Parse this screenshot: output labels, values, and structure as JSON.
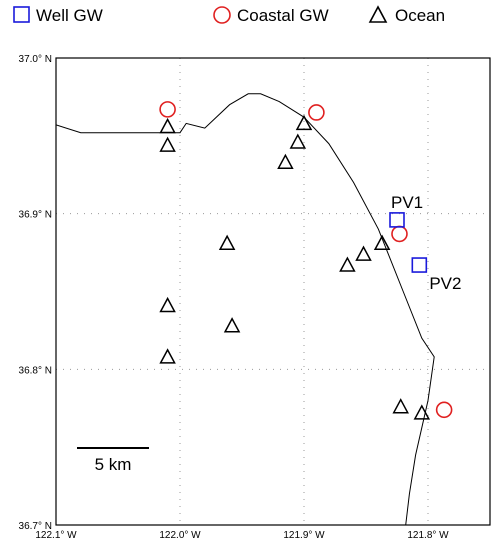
{
  "legend": [
    {
      "marker": "square",
      "label": "Well GW",
      "color": "#1a1adb"
    },
    {
      "marker": "circle",
      "label": "Coastal GW",
      "color": "#e02020"
    },
    {
      "marker": "triangle",
      "label": "Ocean",
      "color": "#000000"
    }
  ],
  "map": {
    "lon_range": [
      -122.1,
      -121.75
    ],
    "lat_range": [
      36.7,
      37.0
    ],
    "lat_ticks": [
      {
        "value": 37.0,
        "label": "37.0° N"
      },
      {
        "value": 36.9,
        "label": "36.9° N"
      },
      {
        "value": 36.8,
        "label": "36.8° N"
      },
      {
        "value": 36.7,
        "label": "36.7° N"
      }
    ],
    "lon_ticks": [
      {
        "value": -122.1,
        "label": "122.1° W"
      },
      {
        "value": -122.0,
        "label": "122.0° W"
      },
      {
        "value": -121.9,
        "label": "121.9° W"
      },
      {
        "value": -121.8,
        "label": "121.8° W"
      }
    ],
    "grid": true,
    "coastline": [
      [
        -122.1,
        36.957
      ],
      [
        -122.08,
        36.952
      ],
      [
        -122.0,
        36.952
      ],
      [
        -121.995,
        36.958
      ],
      [
        -121.98,
        36.955
      ],
      [
        -121.96,
        36.97
      ],
      [
        -121.945,
        36.977
      ],
      [
        -121.935,
        36.977
      ],
      [
        -121.92,
        36.972
      ],
      [
        -121.9,
        36.962
      ],
      [
        -121.88,
        36.945
      ],
      [
        -121.86,
        36.92
      ],
      [
        -121.84,
        36.89
      ],
      [
        -121.82,
        36.85
      ],
      [
        -121.805,
        36.82
      ],
      [
        -121.795,
        36.808
      ],
      [
        -121.8,
        36.78
      ],
      [
        -121.81,
        36.745
      ],
      [
        -121.815,
        36.72
      ],
      [
        -121.818,
        36.7
      ]
    ],
    "wells": [
      {
        "name": "PV1",
        "lon": -121.825,
        "lat": 36.896
      },
      {
        "name": "PV2",
        "lon": -121.807,
        "lat": 36.867
      }
    ],
    "coastal": [
      {
        "lon": -122.01,
        "lat": 36.967
      },
      {
        "lon": -121.89,
        "lat": 36.965
      },
      {
        "lon": -121.823,
        "lat": 36.887
      },
      {
        "lon": -121.787,
        "lat": 36.774
      }
    ],
    "ocean": [
      {
        "lon": -122.01,
        "lat": 36.956
      },
      {
        "lon": -122.01,
        "lat": 36.944
      },
      {
        "lon": -121.9,
        "lat": 36.958
      },
      {
        "lon": -121.905,
        "lat": 36.946
      },
      {
        "lon": -121.915,
        "lat": 36.933
      },
      {
        "lon": -121.962,
        "lat": 36.881
      },
      {
        "lon": -121.837,
        "lat": 36.881
      },
      {
        "lon": -121.852,
        "lat": 36.874
      },
      {
        "lon": -121.865,
        "lat": 36.867
      },
      {
        "lon": -122.01,
        "lat": 36.841
      },
      {
        "lon": -121.958,
        "lat": 36.828
      },
      {
        "lon": -122.01,
        "lat": 36.808
      },
      {
        "lon": -121.822,
        "lat": 36.776
      },
      {
        "lon": -121.805,
        "lat": 36.772
      }
    ],
    "scale_bar": {
      "label": "5 km"
    }
  }
}
